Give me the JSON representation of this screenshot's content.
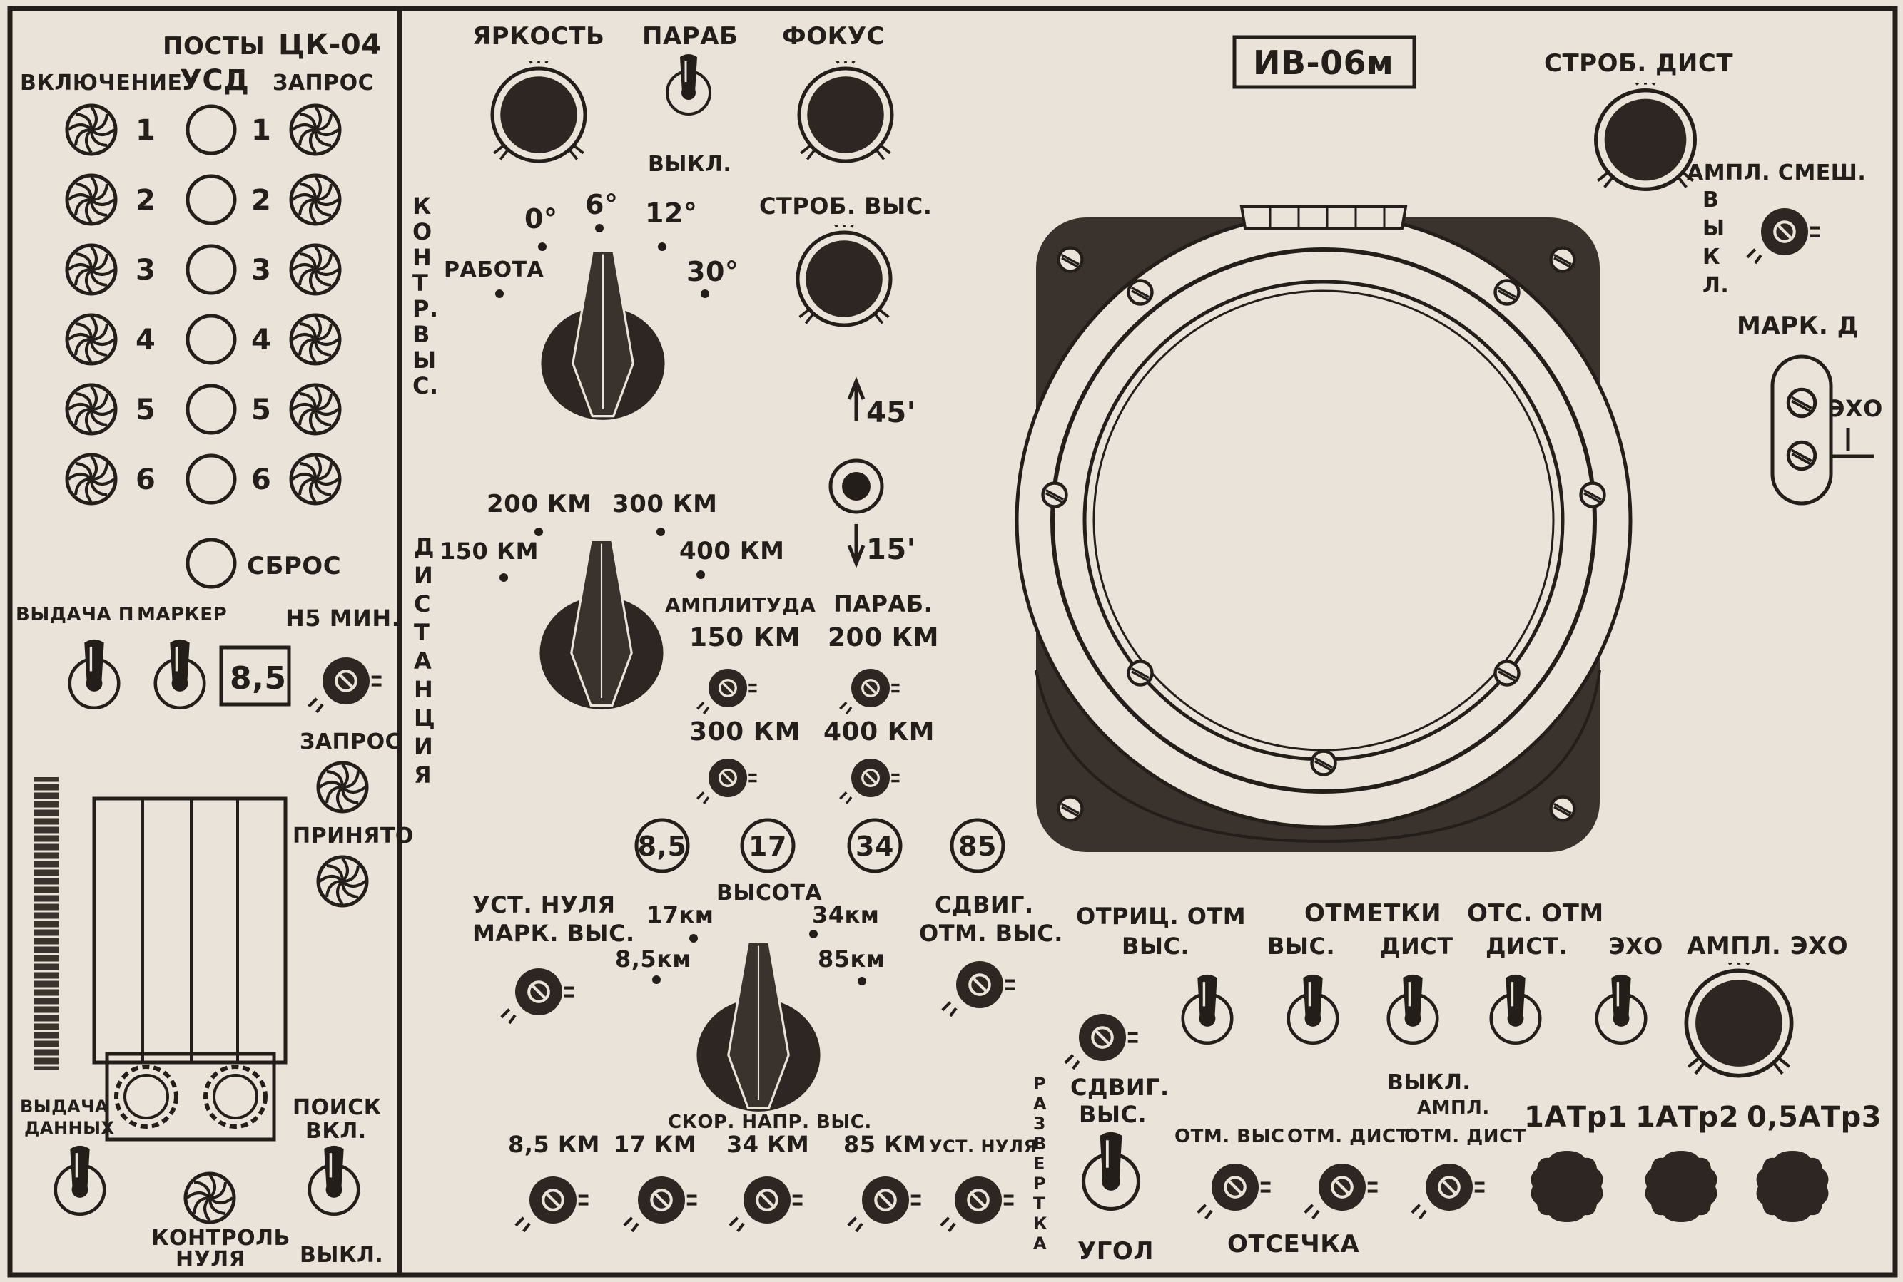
{
  "colors": {
    "ink": "#231e1a",
    "paper": "#e9e3da"
  },
  "left": {
    "posts": "ПОСТЫ",
    "tsk": "ЦК-04",
    "vkl": "ВКЛЮЧЕНИЕ",
    "usd": "УСД",
    "zapros": "ЗАПРОС",
    "nums": [
      "1",
      "2",
      "3",
      "4",
      "5",
      "6"
    ],
    "sbros": "СБРОС",
    "vydacha_p": "ВЫДАЧА П",
    "marker": "МАРКЕР",
    "n5": "Н5 МИН.",
    "n5_value": "8,5",
    "zapros2": "ЗАПРОС",
    "prinyato": "ПРИНЯТО",
    "vydacha_dan1": "ВЫДАЧА",
    "vydacha_dan2": "ДАННЫХ",
    "poisk": "ПОИСК",
    "vkl2": "ВКЛ.",
    "kontrol1": "КОНТРОЛЬ",
    "kontrol2": "НУЛЯ",
    "vykl": "ВЫКЛ."
  },
  "mid": {
    "yarkost": "ЯРКОСТЬ",
    "parab": "ПАРАБ",
    "vykl": "ВЫКЛ.",
    "fokus": "ФОКУС",
    "strob_vys": "СТРОБ. ВЫС.",
    "kontr_vys": [
      "К",
      "О",
      "Н",
      "Т",
      "Р.",
      "В",
      "Ы",
      "С."
    ],
    "rabota": "РАБОТА",
    "a0": "0°",
    "a6": "6°",
    "a12": "12°",
    "a30": "30°",
    "up45": "45'",
    "down15": "15'",
    "dist": [
      "Д",
      "И",
      "С",
      "Т",
      "А",
      "Н",
      "Ц",
      "И",
      "Я"
    ],
    "km150": "150 КМ",
    "km200": "200 КМ",
    "km300": "300 КМ",
    "km400": "400 КМ",
    "amplituda": "АМПЛИТУДА",
    "parab2": "ПАРАБ.",
    "a150": "150 КМ",
    "p200": "200 КМ",
    "a300": "300 КМ",
    "p400": "400 КМ",
    "circles": [
      "8,5",
      "17",
      "34",
      "85"
    ],
    "ust_nulya1": "УСТ. НУЛЯ",
    "ust_nulya2": "МАРК. ВЫС.",
    "vysota": "ВЫСОТА",
    "h17": "17км",
    "h8": "8,5км",
    "h34": "34км",
    "h85": "85км",
    "sdvig1": "СДВИГ.",
    "sdvig2": "ОТМ. ВЫС.",
    "skor": "СКОР. НАПР. ВЫС.",
    "b85": "8,5 КМ",
    "b17": "17 КМ",
    "b34": "34 КМ",
    "b85b": "85 КМ",
    "bust": "УСТ. НУЛЯ"
  },
  "right": {
    "model": "ИВ-06м",
    "strob_dist": "СТРОБ. ДИСТ",
    "ampl_smesh": "АМПЛ. СМЕШ.",
    "vykl_vert": [
      "В",
      "Ы",
      "К",
      "Л."
    ],
    "mark_d": "МАРК. Д",
    "eho": "ЭХО",
    "otric1": "ОТРИЦ. ОТМ",
    "otric2": "ВЫС.",
    "otmetki": "ОТМЕТКИ",
    "vys": "ВЫС.",
    "dist": "ДИСТ",
    "ots1": "ОТС. ОТМ",
    "ots2": "ДИСТ.",
    "eho2": "ЭХО",
    "ampl_eho": "АМПЛ. ЭХО",
    "sdvig1": "СДВИГ.",
    "sdvig2": "ВЫС.",
    "razvertka": [
      "Р",
      "А",
      "З",
      "В",
      "Е",
      "Р",
      "Т",
      "К",
      "А"
    ],
    "ugol": "УГОЛ",
    "vykl1": "ВЫКЛ.",
    "vykl2": "АМПЛ.",
    "vykl3": "ОТМ. ДИСТ",
    "otm_vys": "ОТМ. ВЫС",
    "otm_dist": "ОТМ. ДИСТ.",
    "otsechka": "ОТСЕЧКА",
    "f1": "1АТр1",
    "f2": "1АТр2",
    "f3": "0,5АТр3"
  }
}
